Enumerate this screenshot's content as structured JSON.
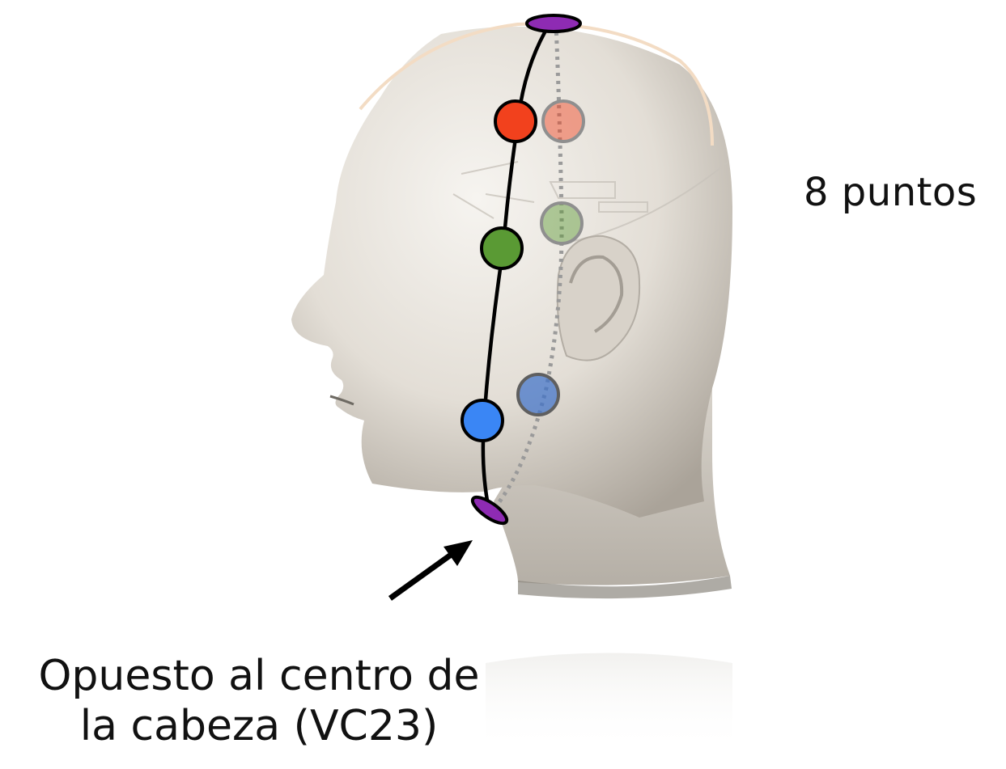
{
  "diagram": {
    "points_label": "8 puntos",
    "caption_line1": "Opuesto al centro de",
    "caption_line2": "la cabeza (VC23)"
  },
  "colors": {
    "vertex_point": "#8e2bb3",
    "point_top": "#f2411d",
    "point_middle": "#5a9a34",
    "point_bottom": "#3a86f5",
    "line": "#000000",
    "dotted_line": "#9a9a9a",
    "skin_light": "#ece8e2",
    "skin_shadow": "#a9a39b"
  },
  "icons": {
    "arrow": "arrow-up-right-icon",
    "head": "head-profile-icon"
  }
}
